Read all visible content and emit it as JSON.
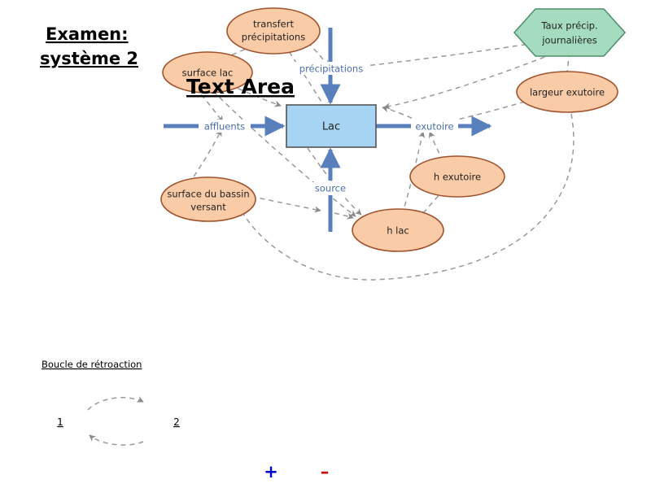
{
  "page": {
    "title_line1": "Examen:",
    "title_line2": "système 2",
    "overlay_text": "Text Area",
    "section_title": "Boucle de rétroaction"
  },
  "colors": {
    "ellipse_fill": "#F9CBA7",
    "ellipse_stroke": "#A0522D",
    "box_fill": "#A6D4F2",
    "box_stroke": "#555555",
    "hexagon_fill": "#A5DCC0",
    "hexagon_stroke": "#4E8F6E",
    "flow_arrow": "#5a7fbd",
    "dashed_link": "#999999",
    "plus_sign": "#0000cc",
    "minus_sign": "#cc0000",
    "text_dark": "#222222"
  },
  "nodes": {
    "stock": {
      "label": "Lac",
      "shape": "rectangle"
    },
    "converters": [
      {
        "id": "transfert",
        "label_line1": "transfert",
        "label_line2": "précipitations",
        "shape": "ellipse"
      },
      {
        "id": "surface_lac",
        "label_line1": "surface lac",
        "label_line2": "",
        "shape": "ellipse"
      },
      {
        "id": "surface_bassin",
        "label_line1": "surface du bassin",
        "label_line2": "versant",
        "shape": "ellipse"
      },
      {
        "id": "h_lac",
        "label_line1": "h lac",
        "label_line2": "",
        "shape": "ellipse"
      },
      {
        "id": "h_exutoire",
        "label_line1": "h exutoire",
        "label_line2": "",
        "shape": "ellipse"
      },
      {
        "id": "largeur_exutoire",
        "label_line1": "largeur exutoire",
        "label_line2": "",
        "shape": "ellipse"
      }
    ],
    "source_node": {
      "id": "taux_precip",
      "label_line1": "Taux précip.",
      "label_line2": "journalières",
      "shape": "hexagon"
    }
  },
  "flows": [
    {
      "id": "precipitations",
      "label": "précipitations",
      "direction": "down"
    },
    {
      "id": "affluents",
      "label": "affluents",
      "direction": "right"
    },
    {
      "id": "exutoire",
      "label": "exutoire",
      "direction": "right"
    },
    {
      "id": "source",
      "label": "source",
      "direction": "up"
    }
  ],
  "legend": {
    "loop_label_1": "1",
    "loop_label_2": "2",
    "plus": "+",
    "minus": "–"
  }
}
